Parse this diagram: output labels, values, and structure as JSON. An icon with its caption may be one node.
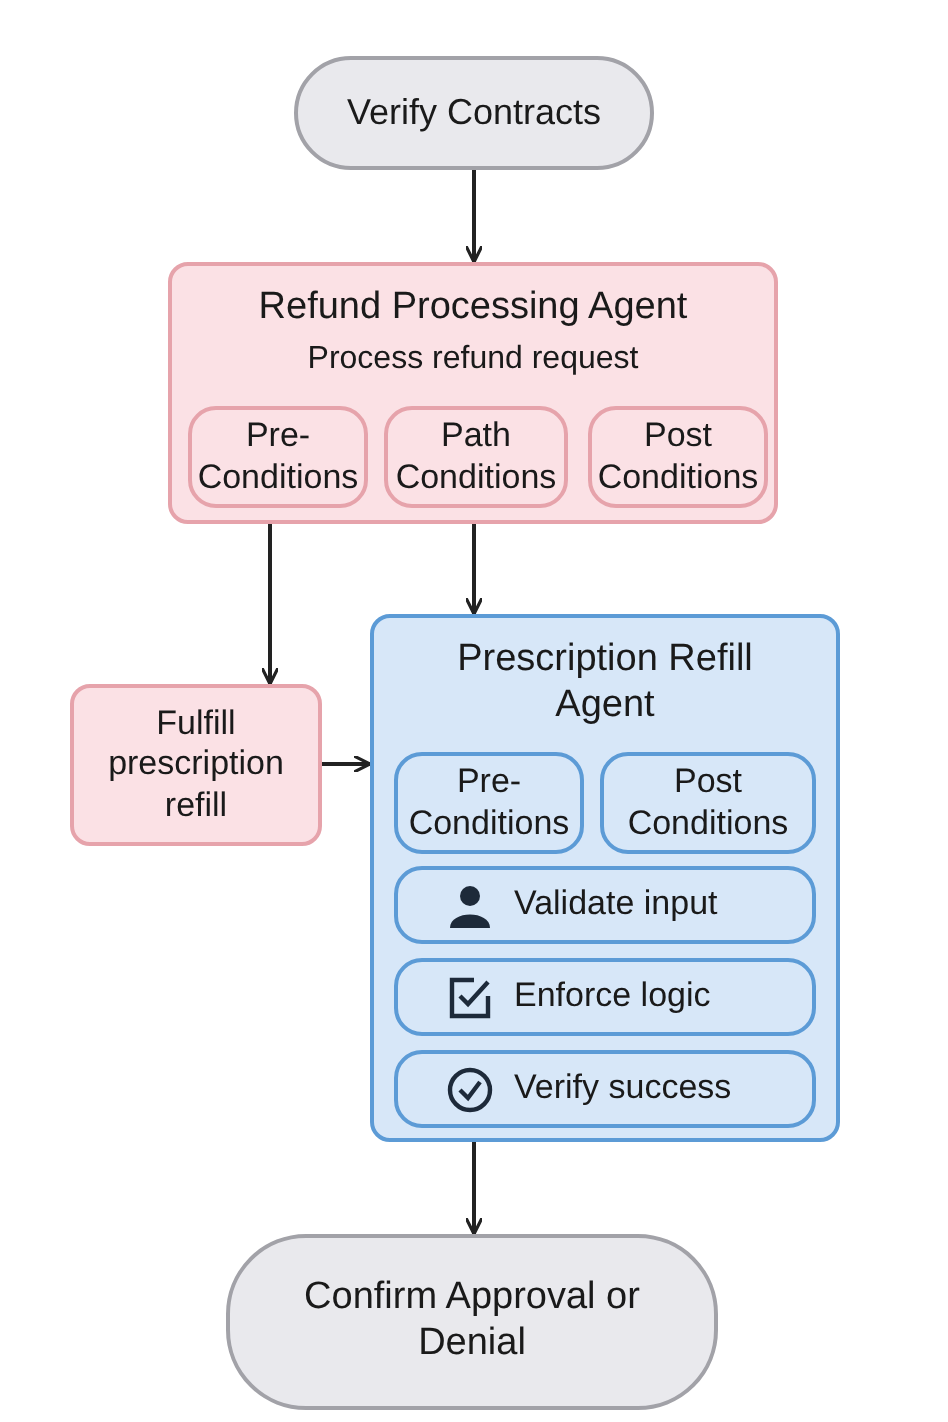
{
  "diagram": {
    "nodes": [
      {
        "text": [
          "Verify Contracts"
        ]
      },
      {
        "text": [
          "Refund Processing Agent",
          "Process refund request"
        ]
      },
      {
        "text": [
          "Pre-Conditions"
        ],
        "in": 1
      },
      {
        "text": [
          "Path Conditions"
        ],
        "in": 1
      },
      {
        "text": [
          "Post Conditions"
        ],
        "in": 1
      },
      {
        "text": [
          "Fulfill prescription refill"
        ]
      },
      {
        "text": [
          "Prescription Refill Agent"
        ]
      },
      {
        "text": [
          "Pre-Conditions"
        ],
        "in": 6
      },
      {
        "text": [
          "Post Conditions"
        ],
        "in": 6
      },
      {
        "text": [
          "Validate input"
        ],
        "in": 6
      },
      {
        "text": [
          "Enforce logic"
        ],
        "in": 6
      },
      {
        "text": [
          "Verify success"
        ],
        "in": 6
      },
      {
        "text": [
          "Confirm Approval or Denial"
        ]
      }
    ],
    "edges": [
      {
        "from": 0,
        "to": 1,
        "arrow": "to"
      },
      {
        "from": 1,
        "to": 5,
        "arrow": "to"
      },
      {
        "from": 1,
        "to": 6,
        "arrow": "to"
      },
      {
        "from": 5,
        "to": 6,
        "arrow": "to"
      },
      {
        "from": 6,
        "to": 12,
        "arrow": "to"
      }
    ]
  }
}
